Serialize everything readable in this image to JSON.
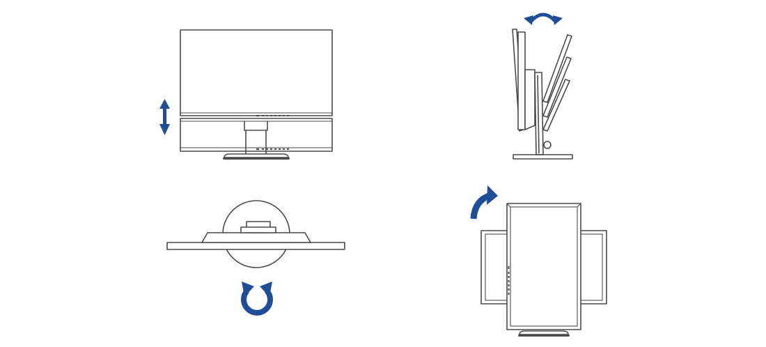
{
  "colors": {
    "line": "#4a4a4a",
    "accent": "#1f4e96",
    "background": "#ffffff"
  },
  "panels": [
    {
      "id": "height-adjustment",
      "motion": "height",
      "icon": "vertical-double-arrow-icon"
    },
    {
      "id": "tilt-adjustment",
      "motion": "tilt",
      "icon": "tilt-arc-arrow-icon"
    },
    {
      "id": "swivel-adjustment",
      "motion": "swivel",
      "icon": "circular-arrow-icon"
    },
    {
      "id": "pivot-adjustment",
      "motion": "pivot",
      "icon": "curved-rotate-arrow-icon"
    }
  ]
}
